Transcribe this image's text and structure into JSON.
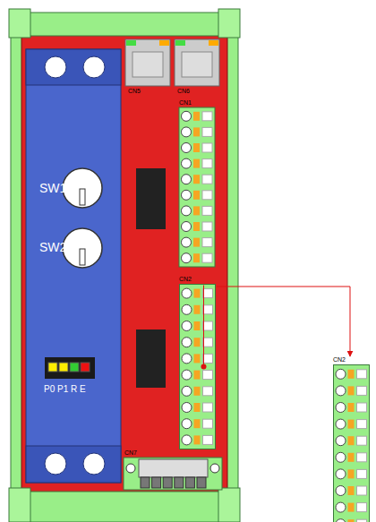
{
  "diagram": {
    "nodes": [
      {
        "text": [
          "CN2"
        ]
      },
      {
        "text": [
          "CN2"
        ]
      }
    ],
    "edges": [
      {
        "from": 0,
        "to": 1,
        "arrow": "to"
      }
    ],
    "labels": [
      "CN5",
      "CN6",
      "CN1",
      "SW1",
      "SW2",
      "P0 P1 R E",
      "CN7"
    ]
  }
}
